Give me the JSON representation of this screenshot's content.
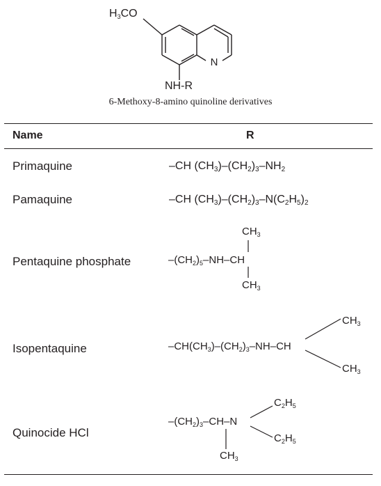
{
  "structure": {
    "methoxy_label": "H3CO",
    "nitrogen_label": "N",
    "amine_label": "NH-R",
    "caption": "6-Methoxy-8-amino quinoline derivatives"
  },
  "table": {
    "headers": {
      "name": "Name",
      "r": "R"
    },
    "rows": [
      {
        "name": "Primaquine",
        "r": "–CH (CH3)–(CH2)3–NH2"
      },
      {
        "name": "Pamaquine",
        "r": "–CH (CH3)–(CH2)3–N(C2H5)2"
      },
      {
        "name": "Pentaquine phosphate",
        "r": "–(CH2)5–NH–CH(CH3)(CH3)"
      },
      {
        "name": "Isopentaquine",
        "r": "–CH(CH3)–(CH2)3–NH–CH(CH3)(CH3)"
      },
      {
        "name": "Quinocide HCl",
        "r": "–(CH2)3–CH(CH3)–N(C2H5)(C2H5)"
      }
    ]
  }
}
